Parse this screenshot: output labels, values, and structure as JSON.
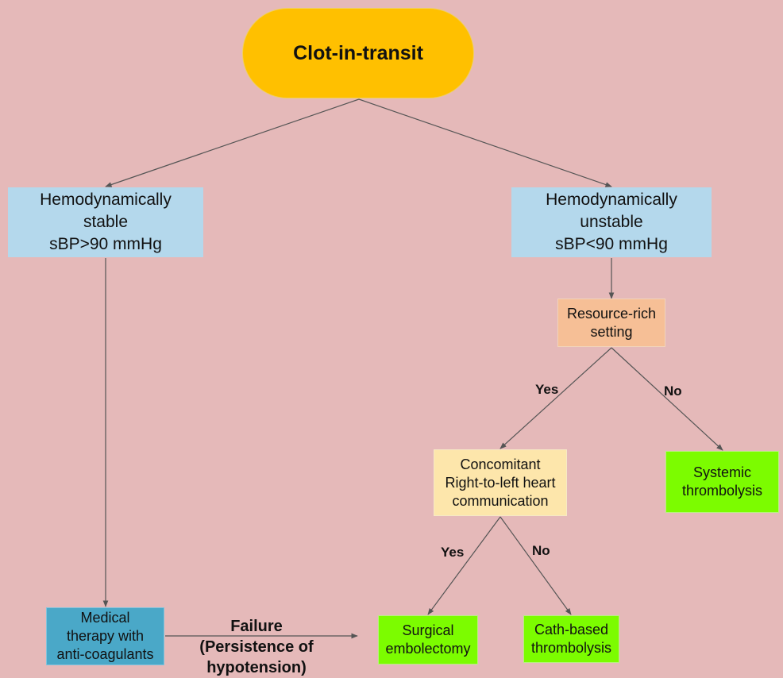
{
  "nodes": {
    "root": "Clot-in-transit",
    "stable": "Hemodynamically\nstable\nsBP>90 mmHg",
    "unstable": "Hemodynamically\nunstable\nsBP<90 mmHg",
    "resource": "Resource-rich\nsetting",
    "concomitant": "Concomitant\nRight-to-left heart\ncommunication",
    "systemic": "Systemic\nthrombolysis",
    "surgical": "Surgical\nembolectomy",
    "cath": "Cath-based\nthrombolysis",
    "medical": "Medical\ntherapy with\nanti-coagulants"
  },
  "edge_labels": {
    "resource_yes": "Yes",
    "resource_no": "No",
    "concomitant_yes": "Yes",
    "concomitant_no": "No",
    "failure": "Failure\n(Persistence of\nhypotension)"
  },
  "colors": {
    "background": "#e5b9b9",
    "root": "#ffc000",
    "hemodynamic": "#b4d8ec",
    "resource": "#f6bf96",
    "concomitant": "#fde6ab",
    "outcome": "#7cfc00",
    "medical": "#4aa8c8",
    "edge": "#555555"
  }
}
